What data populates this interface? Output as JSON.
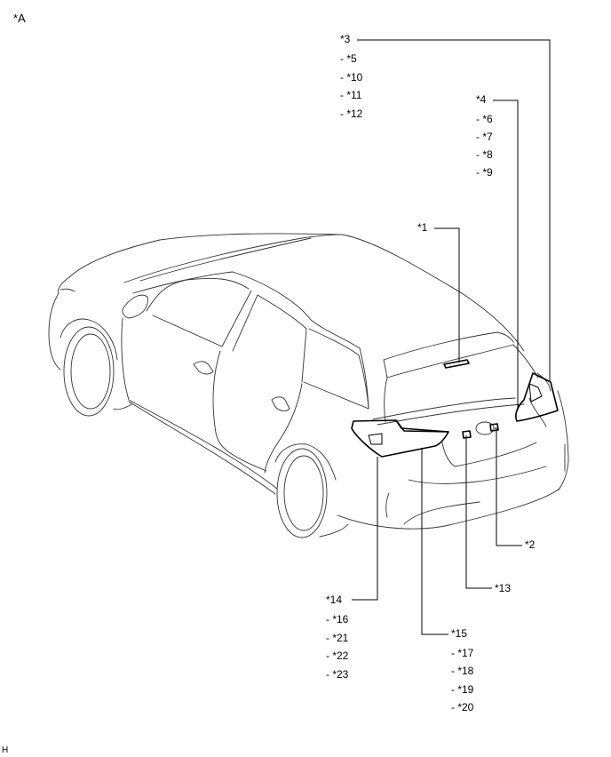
{
  "figure_tag": "*A",
  "footer_code": "H",
  "callouts": {
    "c1": "*1",
    "c2": "*2",
    "c13": "*13"
  },
  "groups": {
    "g3": {
      "head": "*3",
      "items": [
        "- *5",
        "- *10",
        "- *11",
        "- *12"
      ]
    },
    "g4": {
      "head": "*4",
      "items": [
        "- *6",
        "- *7",
        "- *8",
        "- *9"
      ]
    },
    "g14": {
      "head": "*14",
      "items": [
        "- *16",
        "- *21",
        "- *22",
        "- *23"
      ]
    },
    "g15": {
      "head": "*15",
      "items": [
        "- *17",
        "- *18",
        "- *19",
        "- *20"
      ]
    }
  }
}
